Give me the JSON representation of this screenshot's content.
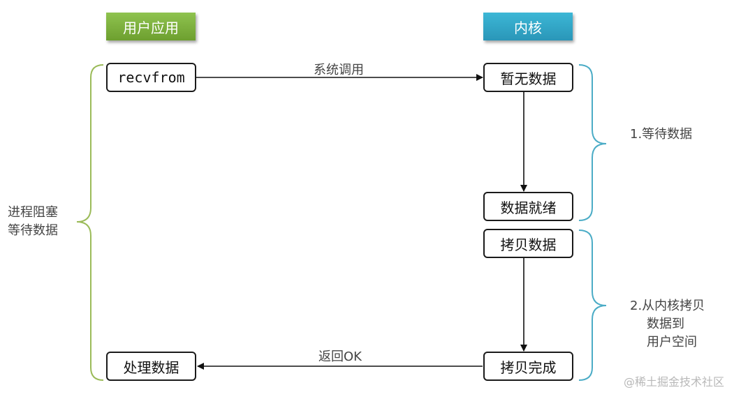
{
  "headers": {
    "user_app": "用户应用",
    "kernel": "内核"
  },
  "user_boxes": {
    "recvfrom": "recvfrom",
    "process_data": "处理数据"
  },
  "kernel_boxes": {
    "no_data": "暂无数据",
    "data_ready": "数据就绪",
    "copy_data": "拷贝数据",
    "copy_done": "拷贝完成"
  },
  "arrow_labels": {
    "system_call": "系统调用",
    "return_ok": "返回OK"
  },
  "left_brace_label": [
    "进程阻塞",
    "等待数据"
  ],
  "right_braces": {
    "stage1": "1.等待数据",
    "stage2": [
      "2.从内核拷贝",
      "数据到",
      "用户空间"
    ]
  },
  "watermark": "@稀土掘金技术社区",
  "colors": {
    "user_header": "#7ab03d",
    "kernel_header": "#31a8c8",
    "left_brace": "#9bbb59",
    "right_brace": "#4bacc6"
  }
}
